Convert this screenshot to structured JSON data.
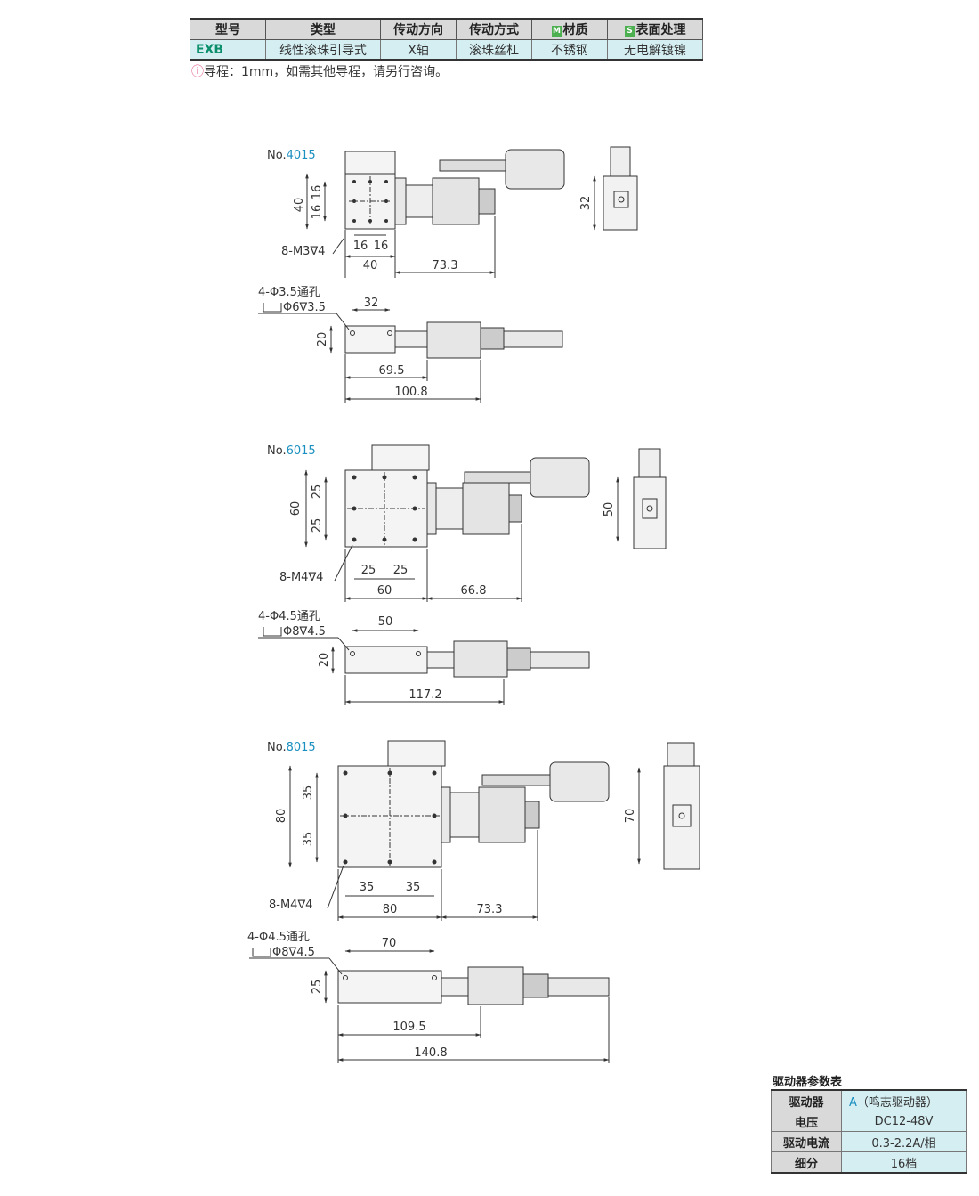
{
  "spec_table": {
    "headers": {
      "model": "型号",
      "type": "类型",
      "direction": "传动方向",
      "method": "传动方式",
      "material": "材质",
      "surface": "表面处理"
    },
    "badges": {
      "material": "M",
      "surface": "S"
    },
    "row": {
      "model": "EXB",
      "type": "线性滚珠引导式",
      "direction": "X轴",
      "method": "滚珠丝杠",
      "material": "不锈钢",
      "surface": "无电解镀镍"
    }
  },
  "note": {
    "icon": "warning-icon",
    "text": "导程：1mm，如需其他导程，请另行咨询。"
  },
  "drawings": [
    {
      "prefix": "No.",
      "number": "4015",
      "top": {
        "height": "40",
        "hole_pitch_v": [
          "16",
          "16"
        ],
        "hole_pitch_h": [
          "16",
          "16"
        ],
        "thread": "8-M3∇4",
        "width": "40",
        "motor_len": "73.3"
      },
      "side": {
        "height": "32"
      },
      "front": {
        "hole_spec_1": "4-Φ3.5通孔",
        "hole_spec_2": "Φ6∇3.5",
        "pitch": "32",
        "height": "20",
        "len_1": "69.5",
        "len_2": "100.8"
      }
    },
    {
      "prefix": "No.",
      "number": "6015",
      "top": {
        "height": "60",
        "hole_pitch_v": [
          "25",
          "25"
        ],
        "hole_pitch_h": [
          "25",
          "25"
        ],
        "thread": "8-M4∇4",
        "width": "60",
        "motor_len": "66.8"
      },
      "side": {
        "height": "50"
      },
      "front": {
        "hole_spec_1": "4-Φ4.5通孔",
        "hole_spec_2": "Φ8∇4.5",
        "pitch": "50",
        "height": "20",
        "len_1": "117.2"
      }
    },
    {
      "prefix": "No.",
      "number": "8015",
      "top": {
        "height": "80",
        "hole_pitch_v": [
          "35",
          "35"
        ],
        "hole_pitch_h": [
          "35",
          "35"
        ],
        "thread": "8-M4∇4",
        "width": "80",
        "motor_len": "73.3"
      },
      "side": {
        "height": "70"
      },
      "front": {
        "hole_spec_1": "4-Φ4.5通孔",
        "hole_spec_2": "Φ8∇4.5",
        "pitch": "70",
        "height": "25",
        "len_1": "109.5",
        "len_2": "140.8"
      }
    }
  ],
  "driver_table": {
    "title": "驱动器参数表",
    "rows": [
      {
        "label": "驱动器",
        "value_accent": "A",
        "value": "（鸣志驱动器）"
      },
      {
        "label": "电压",
        "value": "DC12-48V"
      },
      {
        "label": "驱动电流",
        "value": "0.3-2.2A/相"
      },
      {
        "label": "细分",
        "value": "16档"
      }
    ]
  },
  "colors": {
    "header_bg": "#d9d9d9",
    "cell_bg": "#d4eef2",
    "model_text": "#0a8f6a",
    "number_text": "#1a8fc0",
    "badge": "#4caf50",
    "warn": "#e05080"
  }
}
